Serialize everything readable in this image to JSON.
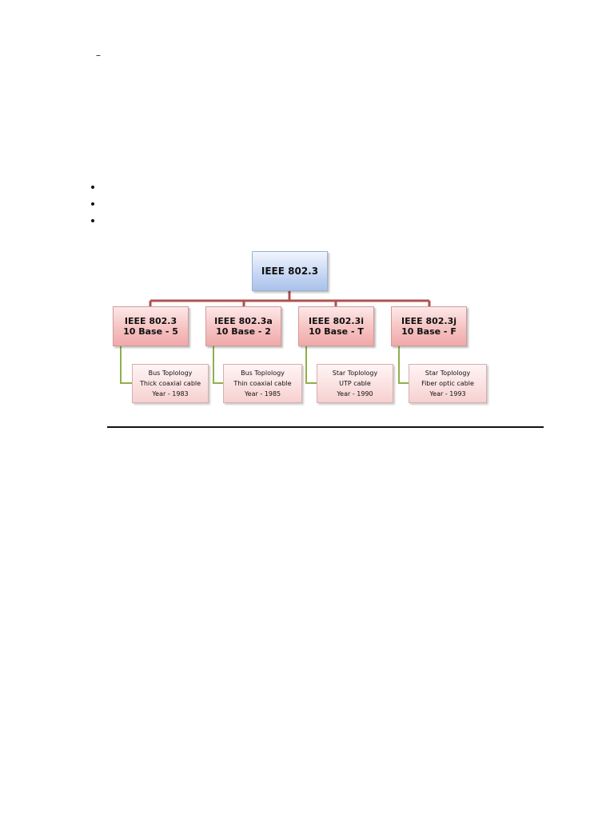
{
  "header": {
    "dash": "–"
  },
  "bullets": [
    {
      "text": ""
    },
    {
      "text": ""
    },
    {
      "text": ""
    }
  ],
  "diagram": {
    "root": {
      "label": "IEEE 802.3"
    },
    "standards": [
      {
        "name": "IEEE 802.3",
        "media": "10 Base - 5",
        "topology": "Bus Toplology",
        "cable": "Thick coaxial cable",
        "year": "Year - 1983"
      },
      {
        "name": "IEEE 802.3a",
        "media": "10 Base - 2",
        "topology": "Bus Toplology",
        "cable": "Thin coaxial cable",
        "year": "Year - 1985"
      },
      {
        "name": "IEEE 802.3i",
        "media": "10 Base - T",
        "topology": "Star Toplology",
        "cable": "UTP cable",
        "year": "Year - 1990"
      },
      {
        "name": "IEEE 802.3j",
        "media": "10 Base - F",
        "topology": "Star Toplology",
        "cable": "Fiber optic cable",
        "year": "Year - 1993"
      }
    ],
    "colors": {
      "connector_primary": "#b05050",
      "connector_secondary": "#8fb04a",
      "root_fill": "#c9d8f4",
      "standard_fill": "#f6c2c2",
      "detail_fill": "#fbe1e1"
    }
  }
}
